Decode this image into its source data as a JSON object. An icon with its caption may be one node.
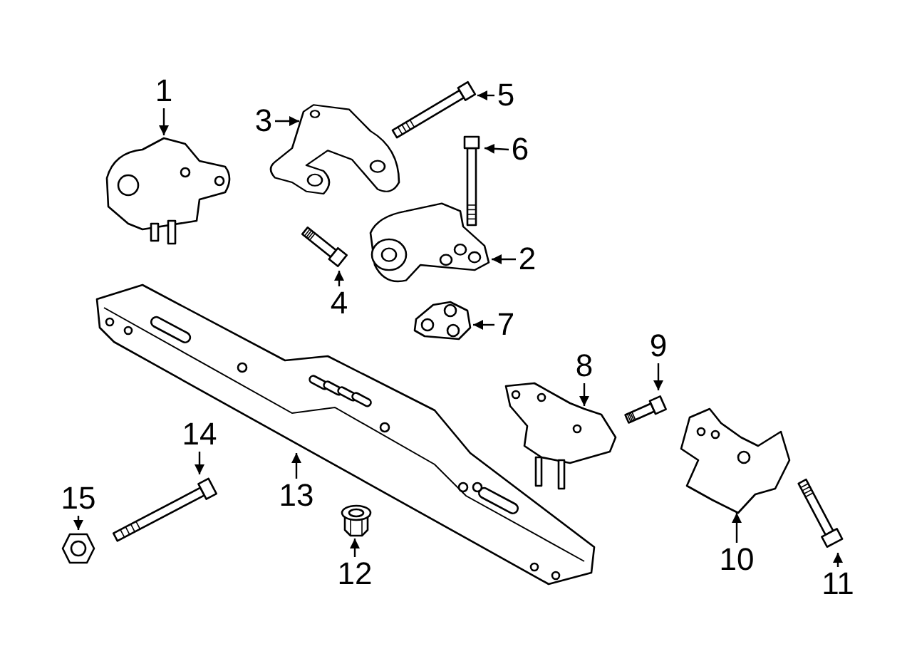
{
  "diagram": {
    "nodes": [
      {
        "text": [
          "1"
        ]
      },
      {
        "text": [],
        "shape": "picture"
      },
      {
        "text": [
          "2"
        ]
      },
      {
        "text": [],
        "shape": "picture"
      },
      {
        "text": [
          "3"
        ]
      },
      {
        "text": [],
        "shape": "picture"
      },
      {
        "text": [
          "4"
        ]
      },
      {
        "text": [],
        "shape": "picture"
      },
      {
        "text": [
          "5"
        ]
      },
      {
        "text": [],
        "shape": "picture"
      },
      {
        "text": [
          "6"
        ]
      },
      {
        "text": [],
        "shape": "picture"
      },
      {
        "text": [
          "7"
        ]
      },
      {
        "text": [],
        "shape": "picture"
      },
      {
        "text": [
          "8"
        ]
      },
      {
        "text": [],
        "shape": "picture"
      },
      {
        "text": [
          "9"
        ]
      },
      {
        "text": [],
        "shape": "picture"
      },
      {
        "text": [
          "10"
        ]
      },
      {
        "text": [],
        "shape": "picture"
      },
      {
        "text": [
          "11"
        ]
      },
      {
        "text": [],
        "shape": "picture"
      },
      {
        "text": [
          "12"
        ]
      },
      {
        "text": [],
        "shape": "picture"
      },
      {
        "text": [
          "13"
        ]
      },
      {
        "text": [],
        "shape": "picture"
      },
      {
        "text": [
          "14"
        ]
      },
      {
        "text": [],
        "shape": "picture"
      },
      {
        "text": [
          "15"
        ]
      },
      {
        "text": [],
        "shape": "picture"
      }
    ],
    "edges": [
      {
        "from": 0,
        "to": 1,
        "arrow": "to"
      },
      {
        "from": 2,
        "to": 3,
        "arrow": "to"
      },
      {
        "from": 4,
        "to": 5,
        "arrow": "to"
      },
      {
        "from": 6,
        "to": 7,
        "arrow": "to"
      },
      {
        "from": 8,
        "to": 9,
        "arrow": "to"
      },
      {
        "from": 10,
        "to": 11,
        "arrow": "to"
      },
      {
        "from": 12,
        "to": 13,
        "arrow": "to"
      },
      {
        "from": 14,
        "to": 15,
        "arrow": "to"
      },
      {
        "from": 16,
        "to": 17,
        "arrow": "to"
      },
      {
        "from": 18,
        "to": 19,
        "arrow": "to"
      },
      {
        "from": 20,
        "to": 21,
        "arrow": "to"
      },
      {
        "from": 22,
        "to": 23,
        "arrow": "to"
      },
      {
        "from": 24,
        "to": 25,
        "arrow": "to"
      },
      {
        "from": 26,
        "to": 27,
        "arrow": "to"
      },
      {
        "from": 28,
        "to": 29,
        "arrow": "to"
      }
    ]
  }
}
